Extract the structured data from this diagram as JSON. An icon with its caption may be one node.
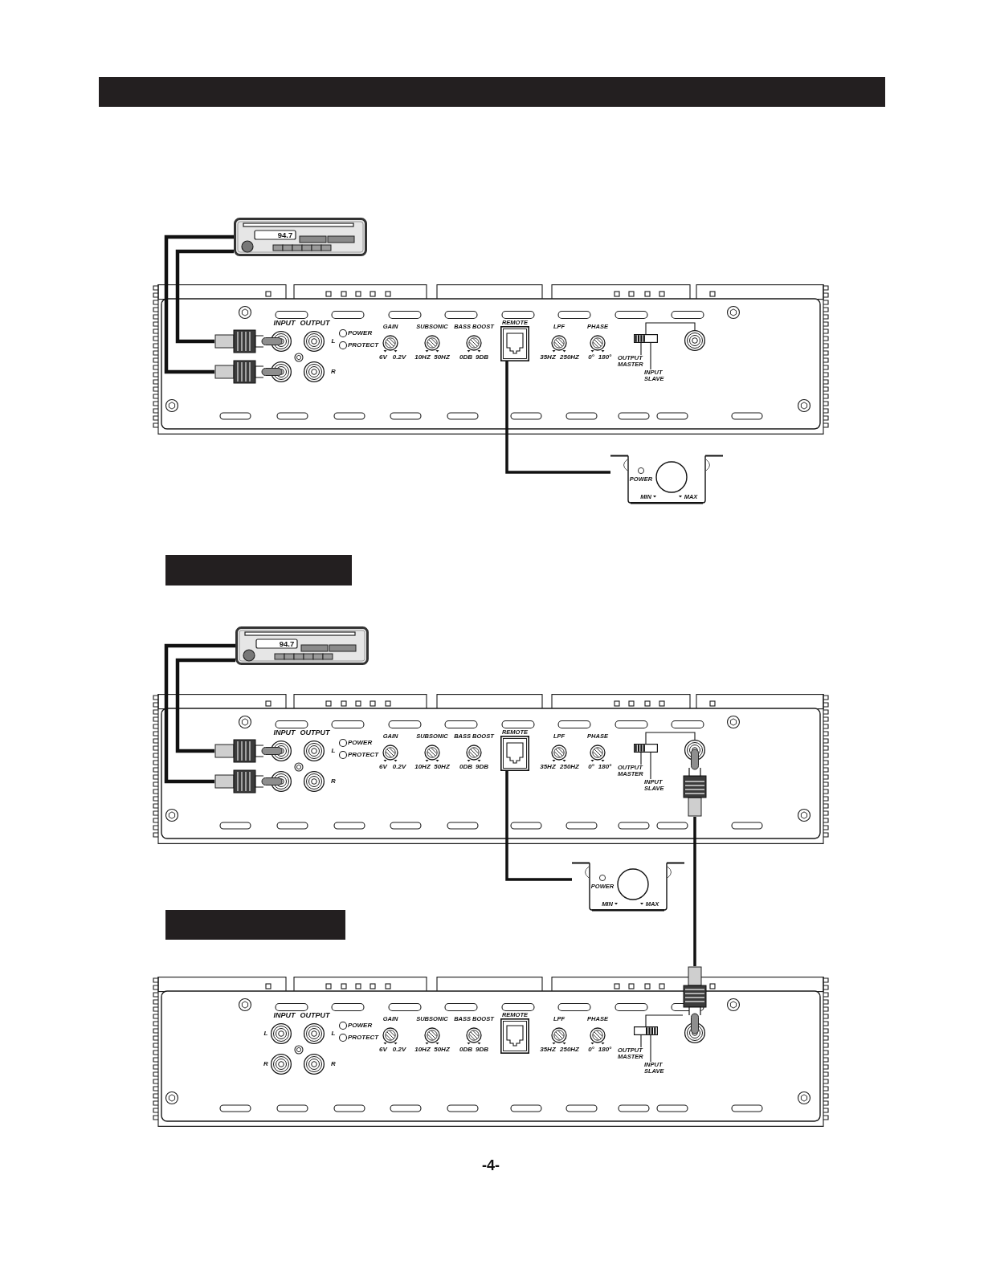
{
  "diagram": {
    "nodes": [
      {
        "text": [],
        "shape": "bar"
      },
      {
        "text": [
          "94.7"
        ]
      },
      {
        "text": [
          "INPUT",
          "OUTPUT",
          "L",
          "R",
          "POWER",
          "PROTECT",
          "GAIN",
          "6V",
          "0.2V",
          "SUBSONIC",
          "10HZ",
          "50HZ",
          "BASS BOOST",
          "0DB",
          "9DB",
          "LPF",
          "35HZ",
          "250HZ",
          "PHASE",
          "0°",
          "180°"
        ]
      },
      {
        "text": [],
        "shape": "picture",
        "in": 2
      },
      {
        "text": [],
        "shape": "picture",
        "in": 2
      },
      {
        "text": [],
        "shape": "circle",
        "in": 2
      },
      {
        "text": [],
        "shape": "circle",
        "in": 2
      },
      {
        "text": [
          "REMOTE"
        ],
        "in": 2
      },
      {
        "text": [],
        "shape": "box",
        "in": 2
      },
      {
        "text": [
          "OUTPUT MASTER"
        ],
        "in": 2
      },
      {
        "text": [
          "INPUT SLAVE"
        ],
        "in": 2
      },
      {
        "text": [],
        "shape": "circle",
        "in": 2
      },
      {
        "text": [
          "POWER",
          "MIN",
          "MAX"
        ]
      },
      {
        "text": [],
        "shape": "bar"
      },
      {
        "text": [
          "94.7"
        ]
      },
      {
        "text": [
          "INPUT",
          "OUTPUT",
          "L",
          "R",
          "POWER",
          "PROTECT",
          "GAIN",
          "6V",
          "0.2V",
          "SUBSONIC",
          "10HZ",
          "50HZ",
          "BASS BOOST",
          "0DB",
          "9DB",
          "LPF",
          "35HZ",
          "250HZ",
          "PHASE",
          "0°",
          "180°"
        ]
      },
      {
        "text": [],
        "shape": "picture",
        "in": 15
      },
      {
        "text": [],
        "shape": "picture",
        "in": 15
      },
      {
        "text": [],
        "shape": "circle",
        "in": 15
      },
      {
        "text": [],
        "shape": "circle",
        "in": 15
      },
      {
        "text": [
          "REMOTE"
        ],
        "in": 15
      },
      {
        "text": [],
        "shape": "box",
        "in": 15
      },
      {
        "text": [
          "OUTPUT MASTER"
        ],
        "in": 15
      },
      {
        "text": [
          "INPUT SLAVE"
        ],
        "in": 15
      },
      {
        "text": [],
        "shape": "picture",
        "in": 15
      },
      {
        "text": [
          "POWER",
          "MIN",
          "MAX"
        ]
      },
      {
        "text": [],
        "shape": "bar"
      },
      {
        "text": [
          "INPUT",
          "OUTPUT",
          "L",
          "L",
          "R",
          "R",
          "POWER",
          "PROTECT",
          "GAIN",
          "6V",
          "0.2V",
          "SUBSONIC",
          "10HZ",
          "50HZ",
          "BASS BOOST",
          "0DB",
          "9DB",
          "LPF",
          "35HZ",
          "250HZ",
          "PHASE",
          "0°",
          "180°"
        ]
      },
      {
        "text": [],
        "shape": "circle",
        "in": 27
      },
      {
        "text": [],
        "shape": "circle",
        "in": 27
      },
      {
        "text": [],
        "shape": "circle",
        "in": 27
      },
      {
        "text": [],
        "shape": "circle",
        "in": 27
      },
      {
        "text": [
          "REMOTE"
        ],
        "in": 27
      },
      {
        "text": [],
        "shape": "box",
        "in": 27
      },
      {
        "text": [
          "OUTPUT MASTER"
        ],
        "in": 27
      },
      {
        "text": [
          "INPUT SLAVE"
        ],
        "in": 27
      },
      {
        "text": [],
        "shape": "picture",
        "in": 27
      }
    ],
    "edges": [
      {
        "from": 1,
        "to": 3,
        "arrow": "none",
        "style": "thick"
      },
      {
        "from": 1,
        "to": 4,
        "arrow": "none",
        "style": "thick"
      },
      {
        "from": 7,
        "to": 12,
        "arrow": "none",
        "style": "thick"
      },
      {
        "from": 9,
        "to": 8,
        "arrow": "none"
      },
      {
        "from": 10,
        "to": 8,
        "arrow": "none"
      },
      {
        "from": 8,
        "to": 11,
        "arrow": "none"
      },
      {
        "from": 14,
        "to": 16,
        "arrow": "none",
        "style": "thick"
      },
      {
        "from": 14,
        "to": 17,
        "arrow": "none",
        "style": "thick"
      },
      {
        "from": 20,
        "to": 25,
        "arrow": "none",
        "style": "thick"
      },
      {
        "from": 22,
        "to": 21,
        "arrow": "none"
      },
      {
        "from": 23,
        "to": 21,
        "arrow": "none"
      },
      {
        "from": 21,
        "to": 24,
        "arrow": "none"
      },
      {
        "from": 24,
        "to": 36,
        "arrow": "none",
        "style": "thick"
      },
      {
        "from": 34,
        "to": 33,
        "arrow": "none"
      },
      {
        "from": 35,
        "to": 33,
        "arrow": "none"
      },
      {
        "from": 33,
        "to": 36,
        "arrow": "none"
      }
    ],
    "labels": [
      "-4-"
    ]
  }
}
